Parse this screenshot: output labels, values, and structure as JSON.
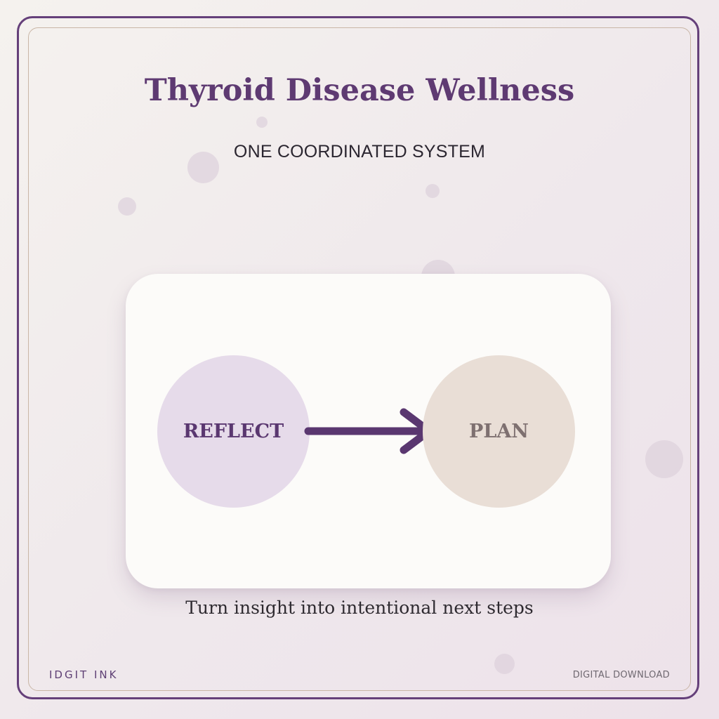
{
  "header": {
    "title": "Thyroid Disease Wellness",
    "subtitle": "ONE COORDINATED SYSTEM"
  },
  "diagram": {
    "nodes": [
      {
        "id": "reflect",
        "label": "REFLECT",
        "color": "#e6dbea",
        "text_color": "#5a3770"
      },
      {
        "id": "plan",
        "label": "PLAN",
        "color": "#e9ded6",
        "text_color": "#7e7070"
      }
    ],
    "edges": [
      {
        "from": "reflect",
        "to": "plan",
        "icon": "arrow-right-icon",
        "color": "#5a3770"
      }
    ]
  },
  "caption": "Turn insight into intentional next steps",
  "footer": {
    "brand": "IDGIT INK",
    "download_label": "DIGITAL DOWNLOAD"
  },
  "colors": {
    "accent": "#65407a",
    "border_inner": "#c9b6a6",
    "card_background": "#fcfbf9"
  }
}
